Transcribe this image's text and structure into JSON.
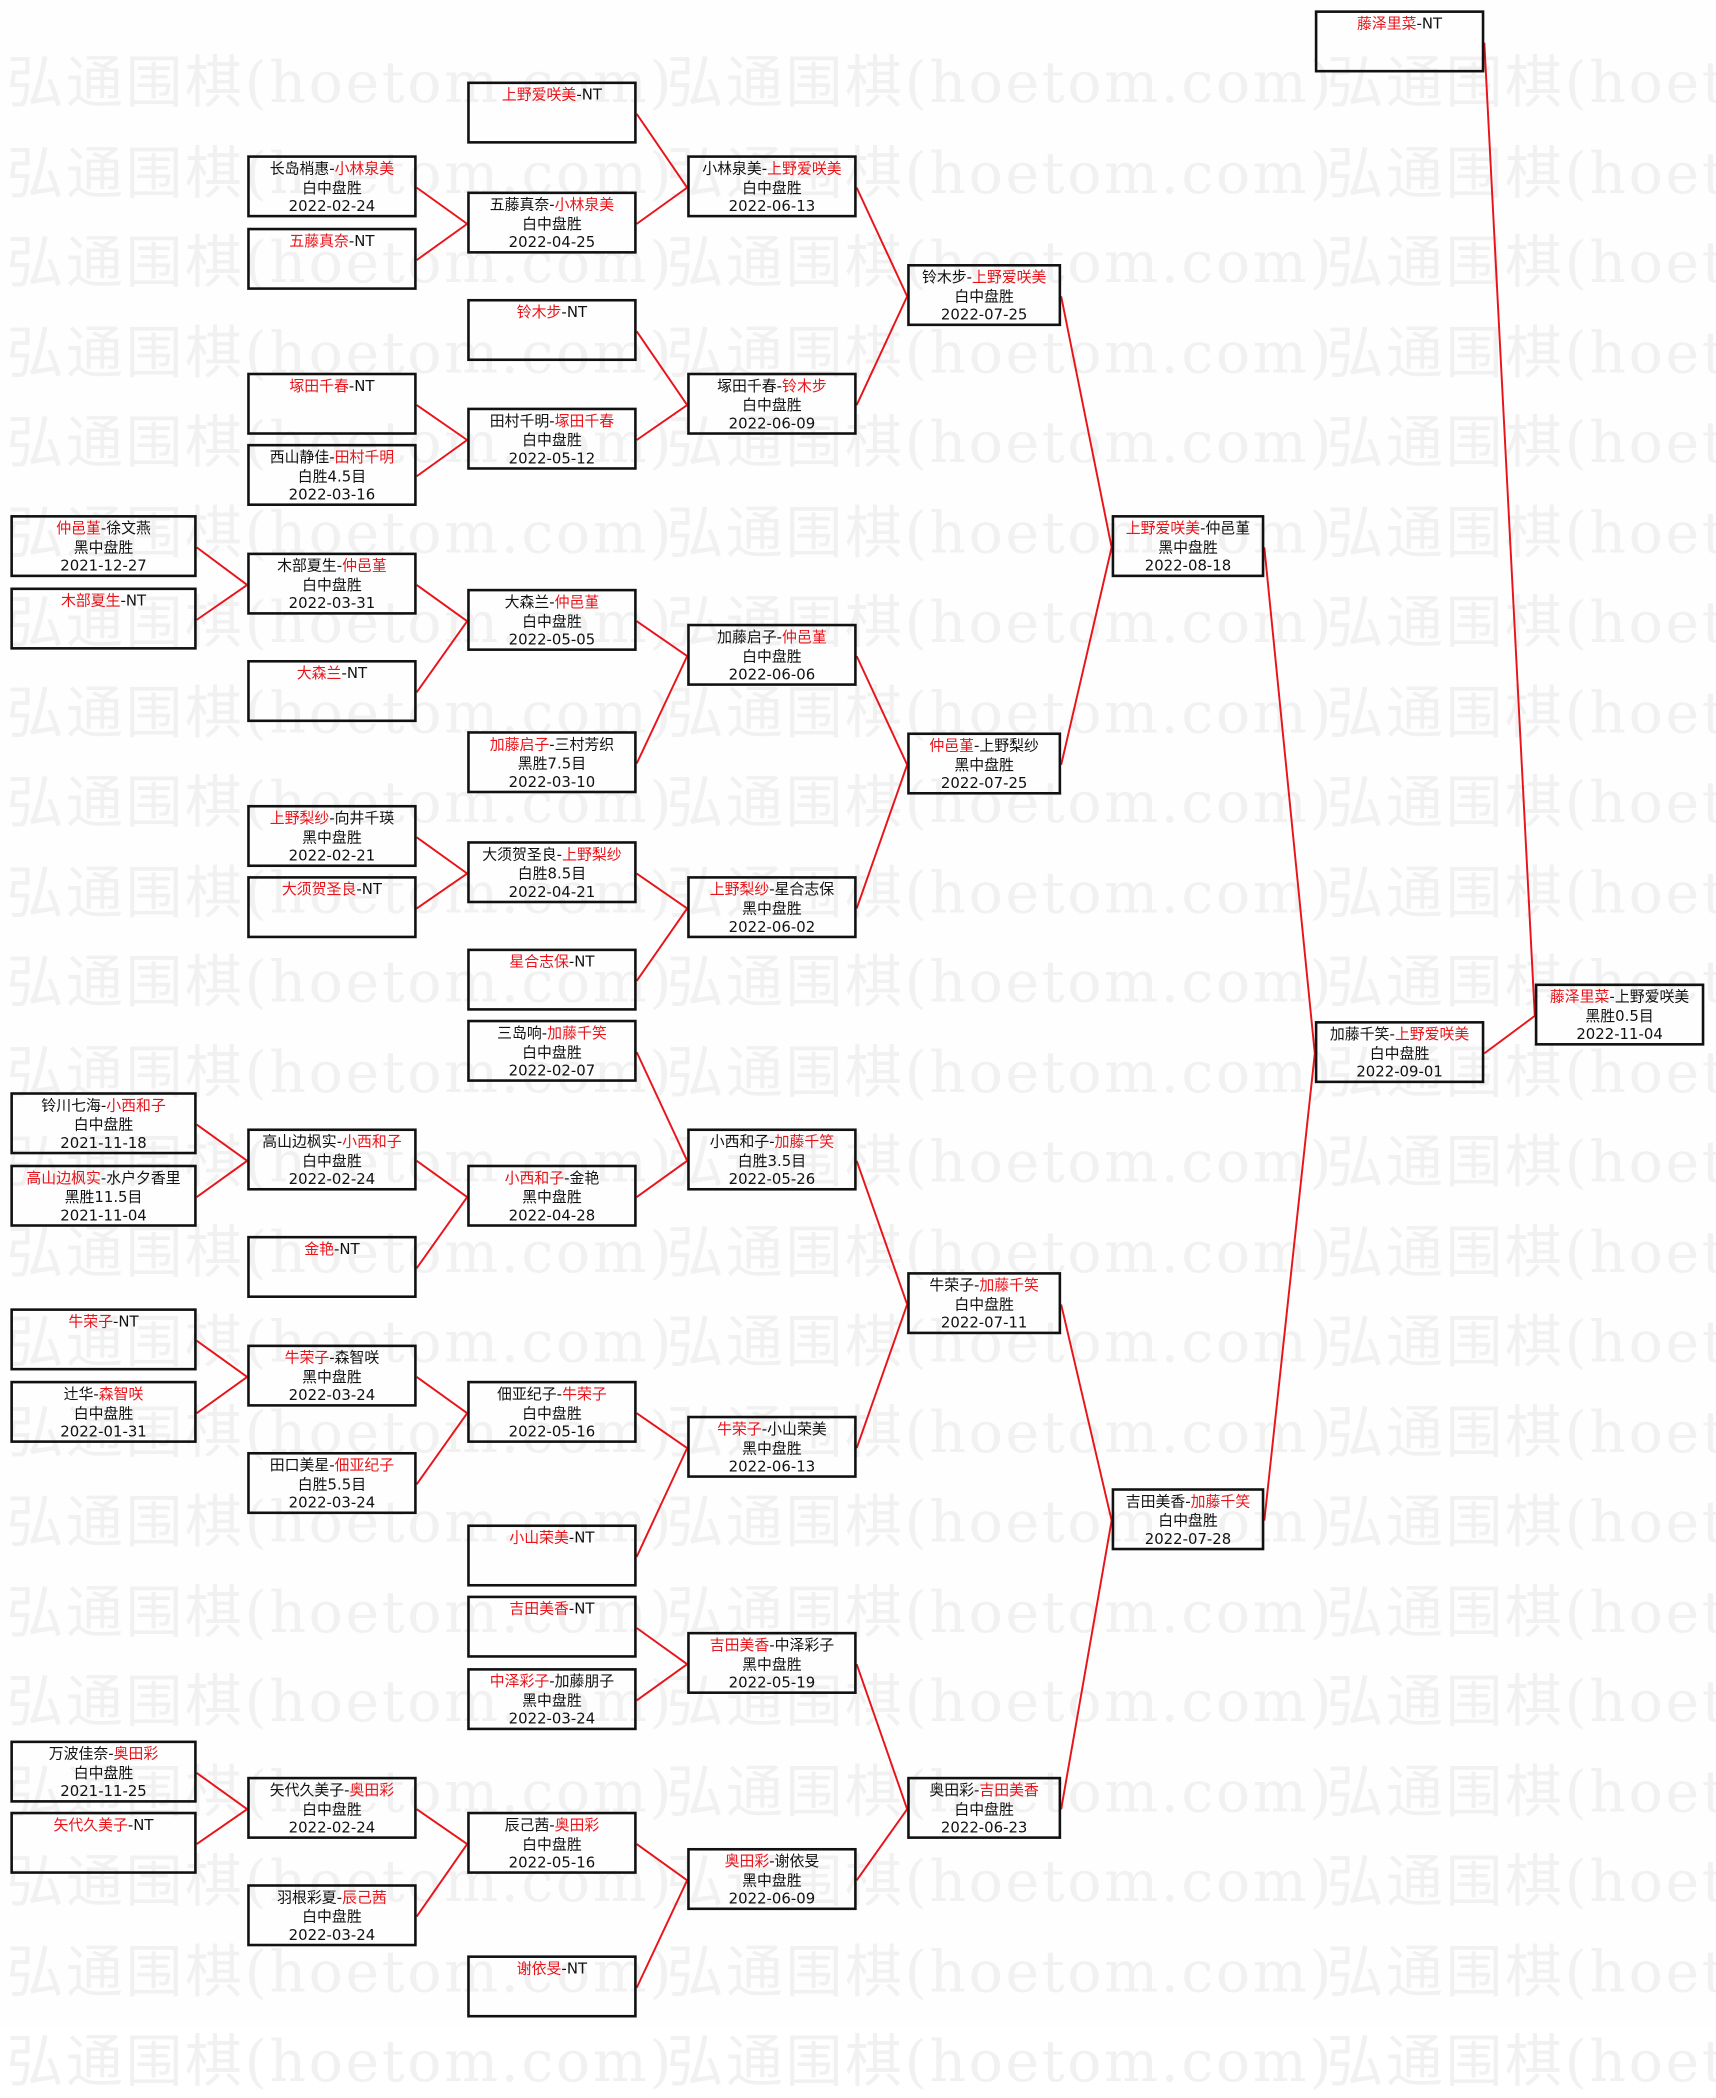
{
  "watermark": "弘通围棋(hoetom.com)",
  "colors": {
    "winner": "#e8141a",
    "line": "#e8141a",
    "border": "#111111"
  },
  "boxes": [
    {
      "id": "c0a",
      "p1": "仲邑堇",
      "p2": "徐文燕",
      "winner": 0,
      "result": "黑中盘胜",
      "date": "2021-12-27",
      "parent": "c1e"
    },
    {
      "id": "c0b",
      "p1": "木部夏生",
      "p2": "NT",
      "winner": 0,
      "parent": "c1e"
    },
    {
      "id": "c0c",
      "p1": "铃川七海",
      "p2": "小西和子",
      "winner": 1,
      "result": "白中盘胜",
      "date": "2021-11-18",
      "parent": "c1i"
    },
    {
      "id": "c0d",
      "p1": "高山边枫实",
      "p2": "水户夕香里",
      "winner": 0,
      "result": "黑胜11.5目",
      "date": "2021-11-04",
      "parent": "c1i"
    },
    {
      "id": "c0e",
      "p1": "牛荣子",
      "p2": "NT",
      "winner": 0,
      "parent": "c1k"
    },
    {
      "id": "c0f",
      "p1": "辻华",
      "p2": "森智咲",
      "winner": 1,
      "result": "白中盘胜",
      "date": "2022-01-31",
      "parent": "c1k"
    },
    {
      "id": "c0g",
      "p1": "万波佳奈",
      "p2": "奥田彩",
      "winner": 1,
      "result": "白中盘胜",
      "date": "2021-11-25",
      "parent": "c1m"
    },
    {
      "id": "c0h",
      "p1": "矢代久美子",
      "p2": "NT",
      "winner": 0,
      "parent": "c1m"
    },
    {
      "id": "c1a",
      "p1": "长岛梢惠",
      "p2": "小林泉美",
      "winner": 1,
      "result": "白中盘胜",
      "date": "2022-02-24",
      "parent": "c2b"
    },
    {
      "id": "c1b",
      "p1": "五藤真奈",
      "p2": "NT",
      "winner": 0,
      "parent": "c2b"
    },
    {
      "id": "c1c",
      "p1": "塚田千春",
      "p2": "NT",
      "winner": 0,
      "parent": "c2d"
    },
    {
      "id": "c1d",
      "p1": "西山静佳",
      "p2": "田村千明",
      "winner": 1,
      "result": "白胜4.5目",
      "date": "2022-03-16",
      "parent": "c2d"
    },
    {
      "id": "c1e",
      "p1": "木部夏生",
      "p2": "仲邑堇",
      "winner": 1,
      "result": "白中盘胜",
      "date": "2022-03-31",
      "parent": "c2e"
    },
    {
      "id": "c1f",
      "p1": "大森兰",
      "p2": "NT",
      "winner": 0,
      "parent": "c2e"
    },
    {
      "id": "c1g",
      "p1": "上野梨纱",
      "p2": "向井千瑛",
      "winner": 0,
      "result": "黑中盘胜",
      "date": "2022-02-21",
      "parent": "c2g"
    },
    {
      "id": "c1h",
      "p1": "大须贺圣良",
      "p2": "NT",
      "winner": 0,
      "parent": "c2g"
    },
    {
      "id": "c1i",
      "p1": "高山边枫实",
      "p2": "小西和子",
      "winner": 1,
      "result": "白中盘胜",
      "date": "2022-02-24",
      "parent": "c2j"
    },
    {
      "id": "c1j",
      "p1": "金艳",
      "p2": "NT",
      "winner": 0,
      "parent": "c2j"
    },
    {
      "id": "c1k",
      "p1": "牛荣子",
      "p2": "森智咲",
      "winner": 0,
      "result": "黑中盘胜",
      "date": "2022-03-24",
      "parent": "c2k"
    },
    {
      "id": "c1l",
      "p1": "田口美星",
      "p2": "佃亚纪子",
      "winner": 1,
      "result": "白胜5.5目",
      "date": "2022-03-24",
      "parent": "c2k"
    },
    {
      "id": "c1m",
      "p1": "矢代久美子",
      "p2": "奥田彩",
      "winner": 1,
      "result": "白中盘胜",
      "date": "2022-02-24",
      "parent": "c2o"
    },
    {
      "id": "c1n",
      "p1": "羽根彩夏",
      "p2": "辰己茜",
      "winner": 1,
      "result": "白中盘胜",
      "date": "2022-03-24",
      "parent": "c2o"
    },
    {
      "id": "c2a",
      "p1": "上野爱咲美",
      "p2": "NT",
      "winner": 0,
      "parent": "c3a"
    },
    {
      "id": "c2b",
      "p1": "五藤真奈",
      "p2": "小林泉美",
      "winner": 1,
      "result": "白中盘胜",
      "date": "2022-04-25",
      "parent": "c3a"
    },
    {
      "id": "c2c",
      "p1": "铃木步",
      "p2": "NT",
      "winner": 0,
      "parent": "c3b"
    },
    {
      "id": "c2d",
      "p1": "田村千明",
      "p2": "塚田千春",
      "winner": 1,
      "result": "白中盘胜",
      "date": "2022-05-12",
      "parent": "c3b"
    },
    {
      "id": "c2e",
      "p1": "大森兰",
      "p2": "仲邑堇",
      "winner": 1,
      "result": "白中盘胜",
      "date": "2022-05-05",
      "parent": "c3c"
    },
    {
      "id": "c2f",
      "p1": "加藤启子",
      "p2": "三村芳织",
      "winner": 0,
      "result": "黑胜7.5目",
      "date": "2022-03-10",
      "parent": "c3c"
    },
    {
      "id": "c2g",
      "p1": "大须贺圣良",
      "p2": "上野梨纱",
      "winner": 1,
      "result": "白胜8.5目",
      "date": "2022-04-21",
      "parent": "c3d"
    },
    {
      "id": "c2h",
      "p1": "星合志保",
      "p2": "NT",
      "winner": 0,
      "parent": "c3d"
    },
    {
      "id": "c2i",
      "p1": "三岛响",
      "p2": "加藤千笑",
      "winner": 1,
      "result": "白中盘胜",
      "date": "2022-02-07",
      "parent": "c3e"
    },
    {
      "id": "c2j",
      "p1": "小西和子",
      "p2": "金艳",
      "winner": 0,
      "result": "黑中盘胜",
      "date": "2022-04-28",
      "parent": "c3e"
    },
    {
      "id": "c2k",
      "p1": "佃亚纪子",
      "p2": "牛荣子",
      "winner": 1,
      "result": "白中盘胜",
      "date": "2022-05-16",
      "parent": "c3f"
    },
    {
      "id": "c2l",
      "p1": "小山荣美",
      "p2": "NT",
      "winner": 0,
      "parent": "c3f"
    },
    {
      "id": "c2m",
      "p1": "吉田美香",
      "p2": "NT",
      "winner": 0,
      "parent": "c3g"
    },
    {
      "id": "c2n",
      "p1": "中泽彩子",
      "p2": "加藤朋子",
      "winner": 0,
      "result": "黑中盘胜",
      "date": "2022-03-24",
      "parent": "c3g"
    },
    {
      "id": "c2o",
      "p1": "辰己茜",
      "p2": "奥田彩",
      "winner": 1,
      "result": "白中盘胜",
      "date": "2022-05-16",
      "parent": "c3h"
    },
    {
      "id": "c2p",
      "p1": "谢依旻",
      "p2": "NT",
      "winner": 0,
      "parent": "c3h"
    },
    {
      "id": "c3a",
      "p1": "小林泉美",
      "p2": "上野爱咲美",
      "winner": 1,
      "result": "白中盘胜",
      "date": "2022-06-13",
      "parent": "c4a"
    },
    {
      "id": "c3b",
      "p1": "塚田千春",
      "p2": "铃木步",
      "winner": 1,
      "result": "白中盘胜",
      "date": "2022-06-09",
      "parent": "c4a"
    },
    {
      "id": "c3c",
      "p1": "加藤启子",
      "p2": "仲邑堇",
      "winner": 1,
      "result": "白中盘胜",
      "date": "2022-06-06",
      "parent": "c4b"
    },
    {
      "id": "c3d",
      "p1": "上野梨纱",
      "p2": "星合志保",
      "winner": 0,
      "result": "黑中盘胜",
      "date": "2022-06-02",
      "parent": "c4b"
    },
    {
      "id": "c3e",
      "p1": "小西和子",
      "p2": "加藤千笑",
      "winner": 1,
      "result": "白胜3.5目",
      "date": "2022-05-26",
      "parent": "c4c"
    },
    {
      "id": "c3f",
      "p1": "牛荣子",
      "p2": "小山荣美",
      "winner": 0,
      "result": "黑中盘胜",
      "date": "2022-06-13",
      "parent": "c4c"
    },
    {
      "id": "c3g",
      "p1": "吉田美香",
      "p2": "中泽彩子",
      "winner": 0,
      "result": "黑中盘胜",
      "date": "2022-05-19",
      "parent": "c4d"
    },
    {
      "id": "c3h",
      "p1": "奥田彩",
      "p2": "谢依旻",
      "winner": 0,
      "result": "黑中盘胜",
      "date": "2022-06-09",
      "parent": "c4d"
    },
    {
      "id": "c4a",
      "p1": "铃木步",
      "p2": "上野爱咲美",
      "winner": 1,
      "result": "白中盘胜",
      "date": "2022-07-25",
      "parent": "c5a"
    },
    {
      "id": "c4b",
      "p1": "仲邑堇",
      "p2": "上野梨纱",
      "winner": 0,
      "result": "黑中盘胜",
      "date": "2022-07-25",
      "parent": "c5a"
    },
    {
      "id": "c4c",
      "p1": "牛荣子",
      "p2": "加藤千笑",
      "winner": 1,
      "result": "白中盘胜",
      "date": "2022-07-11",
      "parent": "c5b"
    },
    {
      "id": "c4d",
      "p1": "奥田彩",
      "p2": "吉田美香",
      "winner": 1,
      "result": "白中盘胜",
      "date": "2022-06-23",
      "parent": "c5b"
    },
    {
      "id": "c5a",
      "p1": "上野爱咲美",
      "p2": "仲邑堇",
      "winner": 0,
      "result": "黑中盘胜",
      "date": "2022-08-18",
      "parent": "c6b"
    },
    {
      "id": "c5b",
      "p1": "吉田美香",
      "p2": "加藤千笑",
      "winner": 1,
      "result": "白中盘胜",
      "date": "2022-07-28",
      "parent": "c6b"
    },
    {
      "id": "c6a",
      "p1": "藤泽里菜",
      "p2": "NT",
      "winner": 0,
      "parent": "c7"
    },
    {
      "id": "c6b",
      "p1": "加藤千笑",
      "p2": "上野爱咲美",
      "winner": 1,
      "result": "白中盘胜",
      "date": "2022-09-01",
      "parent": "c7"
    },
    {
      "id": "c7",
      "p1": "藤泽里菜",
      "p2": "上野爱咲美",
      "winner": 0,
      "result": "黑胜0.5目",
      "date": "2022-11-04"
    }
  ]
}
